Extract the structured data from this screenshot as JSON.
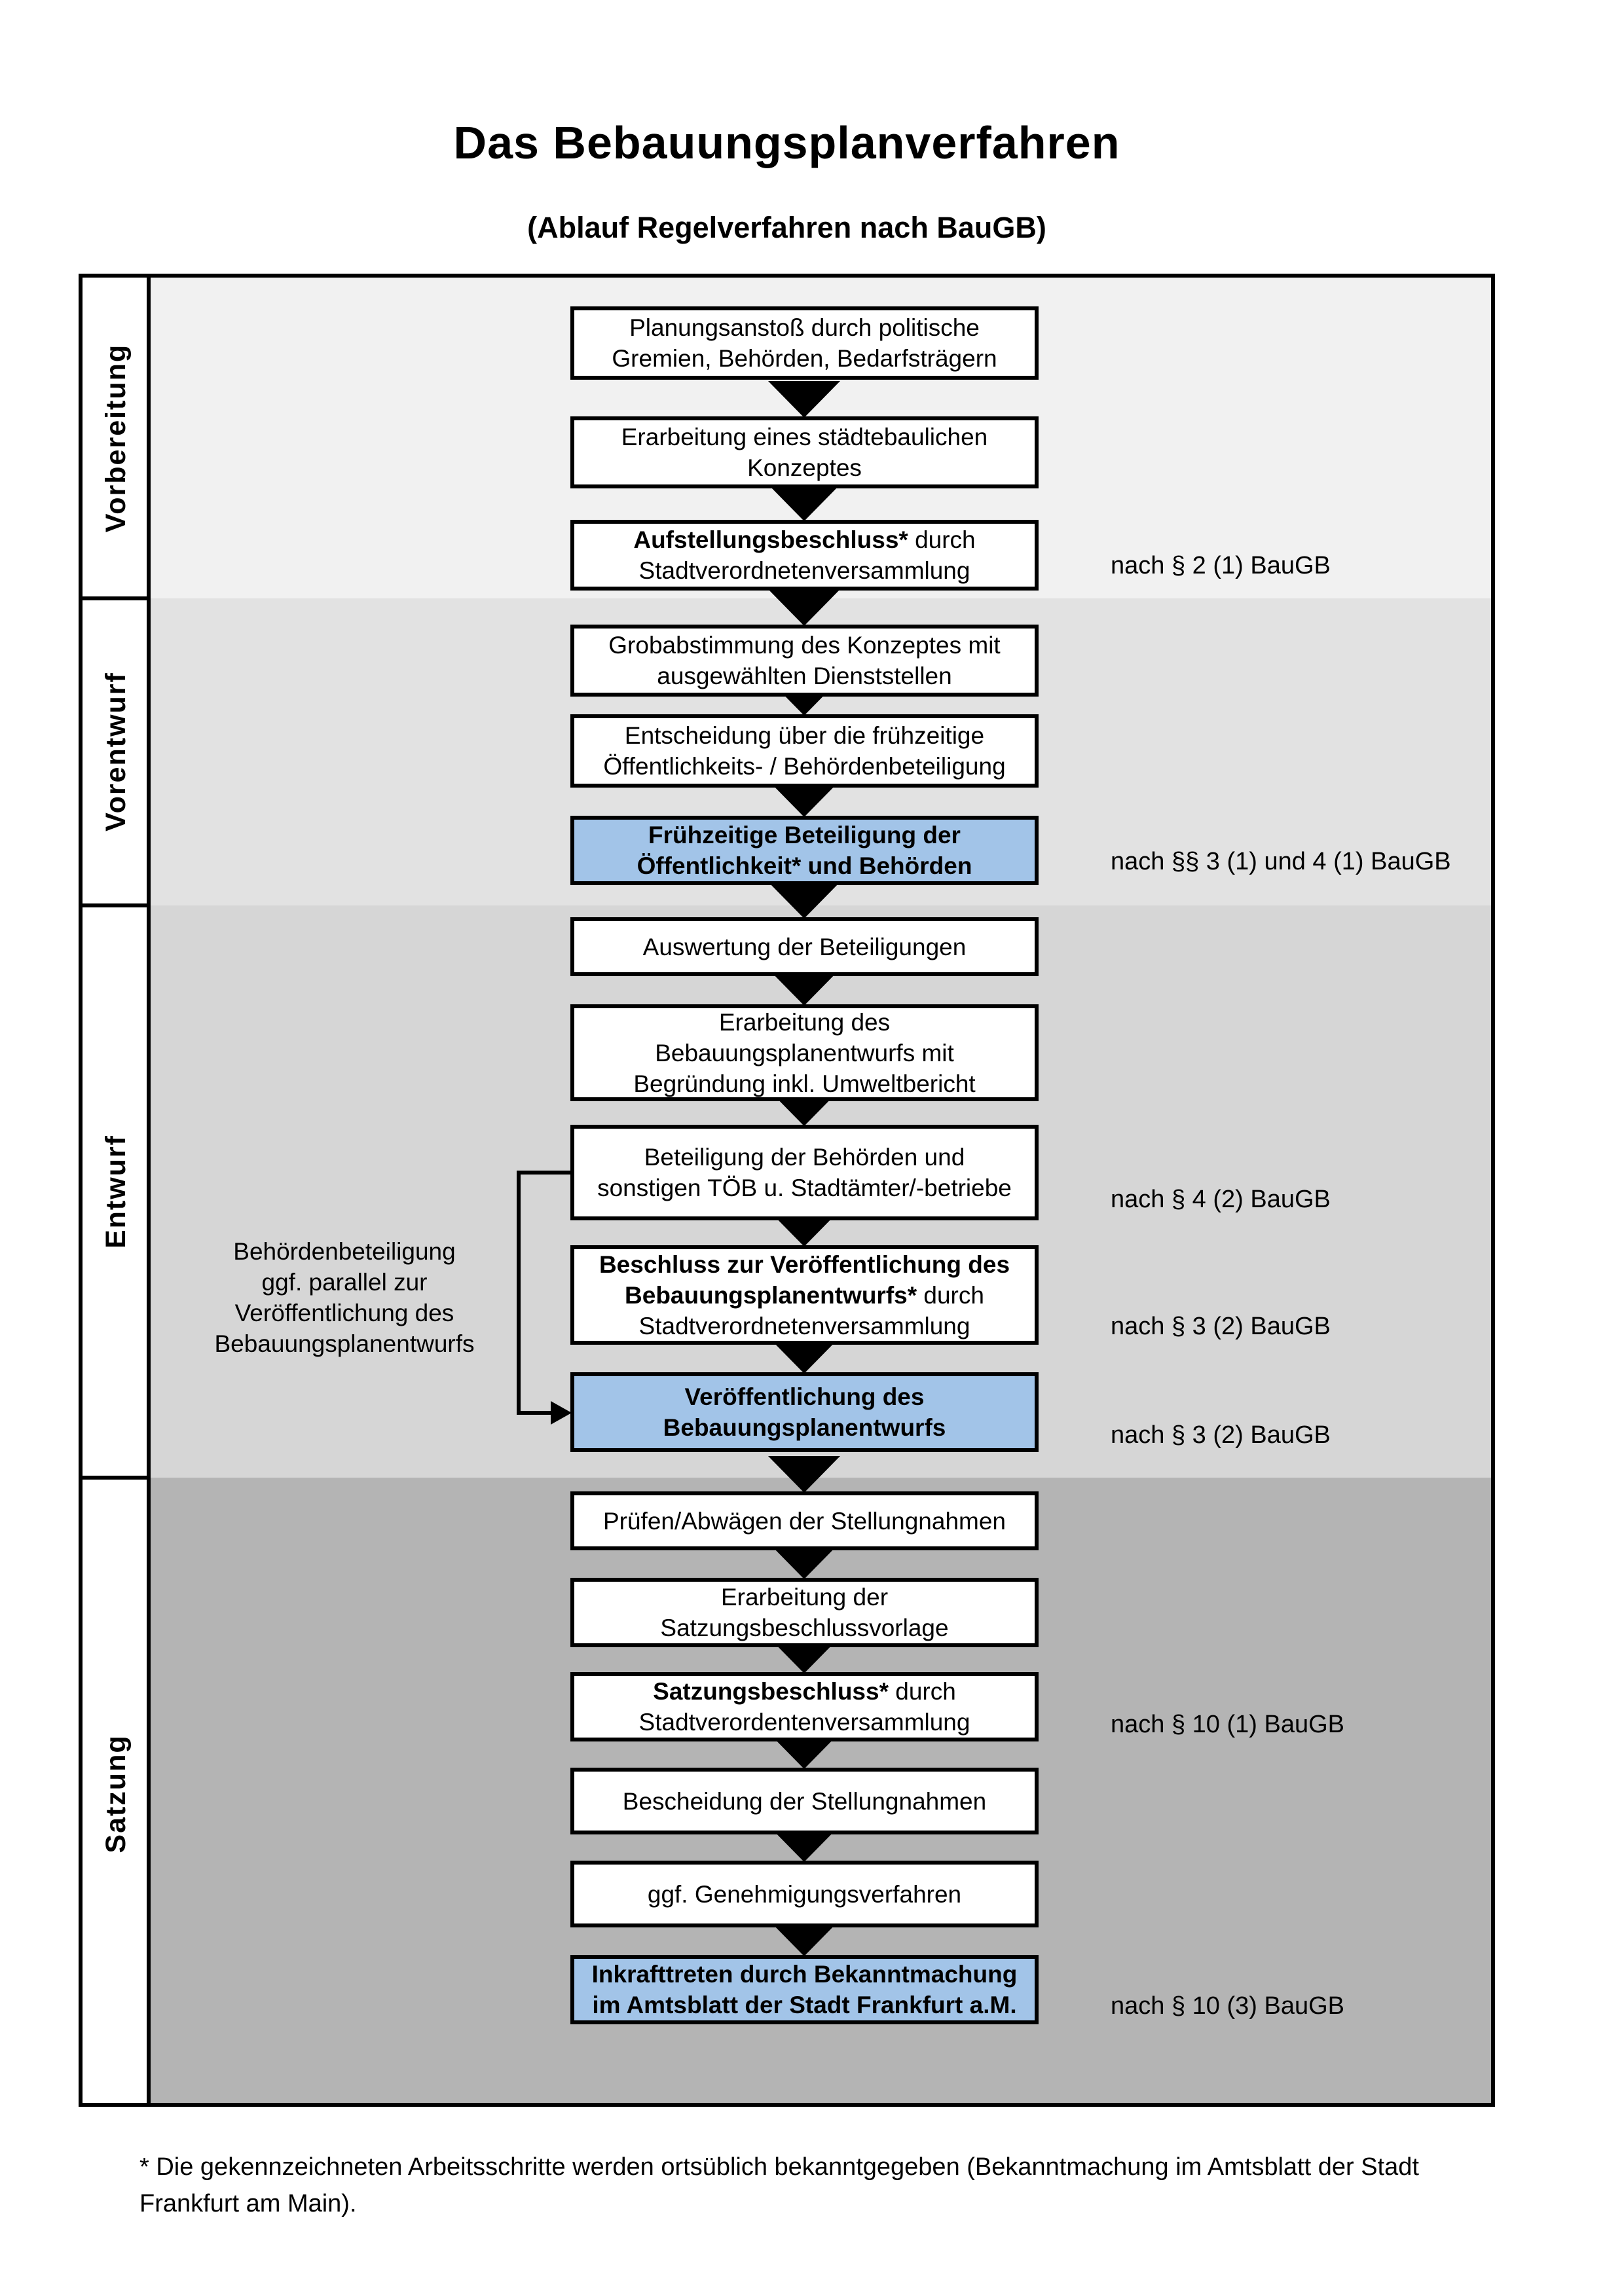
{
  "title": "Das Bebauungsplanverfahren",
  "subtitle": "(Ablauf Regelverfahren nach BauGB)",
  "colors": {
    "highlight": "#a2c4e8",
    "band1": "#f1f1f1",
    "band2": "#e2e2e2",
    "band3": "#d6d6d6",
    "band4": "#b4b4b4"
  },
  "phases": [
    {
      "label": "Vorbereitung"
    },
    {
      "label": "Vorentwurf"
    },
    {
      "label": "Entwurf"
    },
    {
      "label": "Satzung"
    }
  ],
  "steps": [
    {
      "bold": "",
      "text": "Planungsanstoß durch politische\nGremien, Behörden, Bedarfsträgern"
    },
    {
      "bold": "",
      "text": "Erarbeitung eines städtebaulichen\nKonzeptes"
    },
    {
      "bold": "Aufstellungsbeschluss*",
      "text": " durch\nStadtverordnetenversammlung"
    },
    {
      "bold": "",
      "text": "Grobabstimmung des Konzeptes mit\nausgewählten Dienststellen"
    },
    {
      "bold": "",
      "text": "Entscheidung über die frühzeitige\nÖffentlichkeits- / Behördenbeteiligung"
    },
    {
      "bold": "Frühzeitige Beteiligung der\nÖffentlichkeit* und Behörden",
      "text": ""
    },
    {
      "bold": "",
      "text": "Auswertung der Beteiligungen"
    },
    {
      "bold": "",
      "text": "Erarbeitung des\nBebauungsplanentwurfs mit\nBegründung inkl. Umweltbericht"
    },
    {
      "bold": "",
      "text": "Beteiligung der Behörden und\nsonstigen TÖB u. Stadtämter/-betriebe"
    },
    {
      "bold": "Beschluss zur Veröffentlichung des\nBebauungsplanentwurfs*",
      "text": " durch\nStadtverordnetenversammlung"
    },
    {
      "bold": "Veröffentlichung des\nBebauungsplanentwurfs",
      "text": ""
    },
    {
      "bold": "",
      "text": "Prüfen/Abwägen der Stellungnahmen"
    },
    {
      "bold": "",
      "text": "Erarbeitung der\nSatzungsbeschlussvorlage"
    },
    {
      "bold": "Satzungsbeschluss*",
      "text": " durch\nStadtverordentenversammlung"
    },
    {
      "bold": "",
      "text": "Bescheidung der Stellungnahmen"
    },
    {
      "bold": "",
      "text": "ggf. Genehmigungsverfahren"
    },
    {
      "bold": "Inkrafttreten",
      "text": " durch Bekanntmachung\nim Amtsblatt der Stadt Frankfurt a.M."
    }
  ],
  "references": [
    {
      "text": "nach § 2 (1) BauGB"
    },
    {
      "text": "nach §§ 3 (1) und 4 (1) BauGB"
    },
    {
      "text": "nach § 4 (2) BauGB"
    },
    {
      "text": "nach § 3 (2) BauGB"
    },
    {
      "text": "nach § 3 (2) BauGB"
    },
    {
      "text": "nach § 10 (1) BauGB"
    },
    {
      "text": "nach § 10 (3) BauGB"
    }
  ],
  "side_note": {
    "text": "Behördenbeteiligung\nggf. parallel zur\nVeröffentlichung des\nBebauungsplanentwurfs"
  },
  "footnote": "* Die gekennzeichneten Arbeitsschritte werden ortsüblich bekanntgegeben (Bekanntmachung im Amtsblatt der Stadt\nFrankfurt am Main)."
}
